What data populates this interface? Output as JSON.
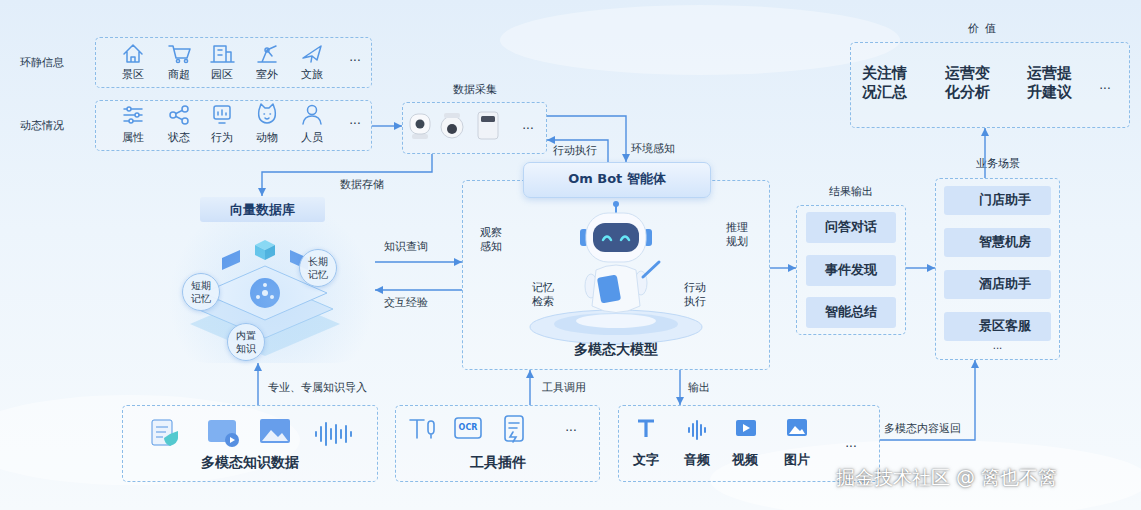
{
  "diagram": {
    "nodes": [
      {
        "text": [
          "环静信息",
          "景区",
          "商超",
          "园区",
          "室外",
          "文旅",
          "..."
        ]
      },
      {
        "text": [
          "动态情况",
          "属性",
          "状态",
          "行为",
          "动物",
          "人员",
          "..."
        ]
      },
      {
        "text": [
          "数据采集",
          "..."
        ]
      },
      {
        "text": [
          "观察 感知",
          "推理 规划",
          "记忆 检索",
          "行动 执行",
          "多模态大模型"
        ]
      },
      {
        "text": [
          "Om Bot 智能体"
        ],
        "in": 3
      },
      {
        "text": [
          "向量数据库"
        ]
      },
      {
        "text": [
          "短期 记忆"
        ],
        "in": 5
      },
      {
        "text": [
          "长期 记忆"
        ],
        "in": 5
      },
      {
        "text": [
          "内置 知识"
        ],
        "in": 5
      },
      {
        "text": [
          "多模态知识数据"
        ]
      },
      {
        "text": [
          "工具插件",
          "OCR",
          "..."
        ]
      },
      {
        "text": [
          "文字",
          "音频",
          "视频",
          "图片",
          "..."
        ]
      },
      {
        "text": [
          "结果输出"
        ]
      },
      {
        "text": [
          "问答对话"
        ],
        "in": 12
      },
      {
        "text": [
          "事件发现"
        ],
        "in": 12
      },
      {
        "text": [
          "智能总结"
        ],
        "in": 12
      },
      {
        "text": [
          "业务场景",
          "..."
        ]
      },
      {
        "text": [
          "门店助手"
        ],
        "in": 16
      },
      {
        "text": [
          "智慧机房"
        ],
        "in": 16
      },
      {
        "text": [
          "酒店助手"
        ],
        "in": 16
      },
      {
        "text": [
          "景区客服"
        ],
        "in": 16
      },
      {
        "text": [
          "价值",
          "关注情 况汇总",
          "运营变 化分析",
          "运营提 升建议",
          "..."
        ]
      }
    ],
    "edges": [
      {
        "from": 1,
        "to": 2,
        "arrow": "to"
      },
      {
        "from": 4,
        "to": 2,
        "label": "行动执行",
        "arrow": "to"
      },
      {
        "from": 2,
        "to": 4,
        "label": "环境感知",
        "arrow": "to"
      },
      {
        "from": 2,
        "to": 5,
        "label": "数据存储",
        "arrow": "to"
      },
      {
        "from": 5,
        "to": 3,
        "label": "知识查询",
        "arrow": "to"
      },
      {
        "from": 3,
        "to": 5,
        "label": "交互经验",
        "arrow": "to"
      },
      {
        "from": 9,
        "to": 5,
        "label": "专业、专属知识导入",
        "arrow": "to"
      },
      {
        "from": 10,
        "to": 3,
        "label": "工具调用",
        "arrow": "to"
      },
      {
        "from": 3,
        "to": 11,
        "label": "输出",
        "arrow": "to"
      },
      {
        "from": 3,
        "to": 12,
        "arrow": "to"
      },
      {
        "from": 12,
        "to": 16,
        "arrow": "to"
      },
      {
        "from": 11,
        "to": 16,
        "label": "多模态内容返回",
        "arrow": "to"
      },
      {
        "from": 16,
        "to": 21,
        "arrow": "to"
      }
    ],
    "labels": [
      "掘金技术社区 @ 篱也不篱"
    ]
  }
}
